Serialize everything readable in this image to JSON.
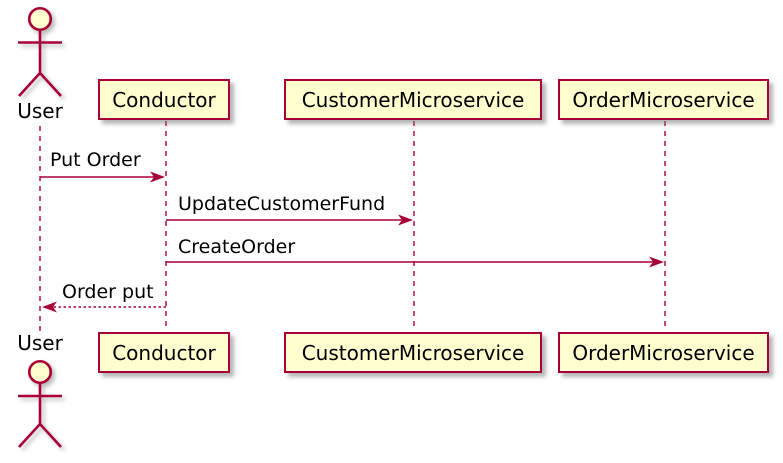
{
  "colors": {
    "background": "#FFFFFF",
    "shape_fill": "#FEFECE",
    "shape_border": "#A80036",
    "line": "#A80036",
    "text": "#000000"
  },
  "diagram": {
    "kind": "sequence"
  },
  "participants": [
    {
      "name": "User",
      "kind": "actor"
    },
    {
      "name": "Conductor",
      "kind": "participant"
    },
    {
      "name": "CustomerMicroservice",
      "kind": "participant"
    },
    {
      "name": "OrderMicroservice",
      "kind": "participant"
    }
  ],
  "messages": [
    {
      "from": "User",
      "to": "Conductor",
      "label": "Put Order",
      "line_style": "solid"
    },
    {
      "from": "Conductor",
      "to": "CustomerMicroservice",
      "label": "UpdateCustomerFund",
      "line_style": "solid"
    },
    {
      "from": "Conductor",
      "to": "OrderMicroservice",
      "label": "CreateOrder",
      "line_style": "solid"
    },
    {
      "from": "Conductor",
      "to": "User",
      "label": "Order put",
      "line_style": "dashed"
    }
  ]
}
